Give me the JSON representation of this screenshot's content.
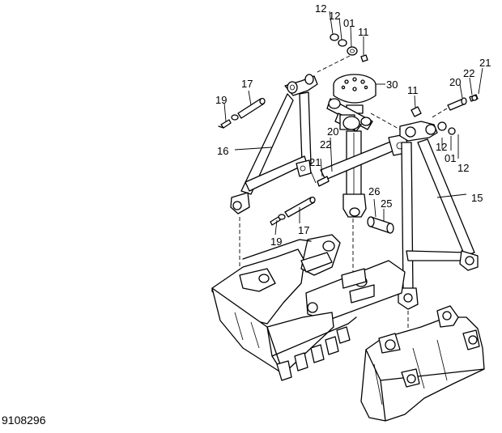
{
  "drawing_number": "9108296",
  "callouts": {
    "top_12_a": "12",
    "top_12_b": "12",
    "top_01": "01",
    "top_11": "11",
    "p17_upper": "17",
    "p19_upper": "19",
    "p16": "16",
    "p30": "30",
    "p11_right": "11",
    "p20_right": "20",
    "p22_right": "22",
    "p21_right": "21",
    "p20_mid": "20",
    "p22_mid": "22",
    "p21_mid": "21",
    "p12_right_a": "12",
    "p01_right": "01",
    "p12_right_b": "12",
    "p26": "26",
    "p25": "25",
    "p15": "15",
    "p17_lower": "17",
    "p19_lower": "19"
  }
}
